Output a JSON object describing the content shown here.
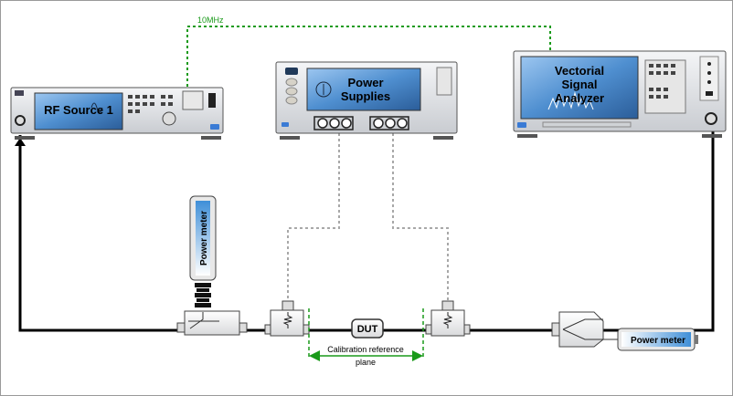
{
  "diagram": {
    "reference_clock": "10MHz",
    "rf_source": {
      "label": "RF Source 1"
    },
    "power_supplies": {
      "label_line1": "Power",
      "label_line2": "Supplies"
    },
    "vsa": {
      "label_line1": "Vectorial",
      "label_line2": "Signal",
      "label_line3": "Analyzer"
    },
    "power_meter_vertical": {
      "label": "Power meter"
    },
    "power_meter_horizontal": {
      "label": "Power meter"
    },
    "dut": {
      "label": "DUT"
    },
    "calibration": {
      "label_line1": "Calibration reference",
      "label_line2": "plane"
    },
    "colors": {
      "clock_line": "#1a9a1a",
      "calibration": "#1a9a1a",
      "dc_lines": "#a8a8a8",
      "rf_path": "#000000",
      "screen": "#4f8fd0",
      "label_bg": "#3f8fd8"
    }
  }
}
